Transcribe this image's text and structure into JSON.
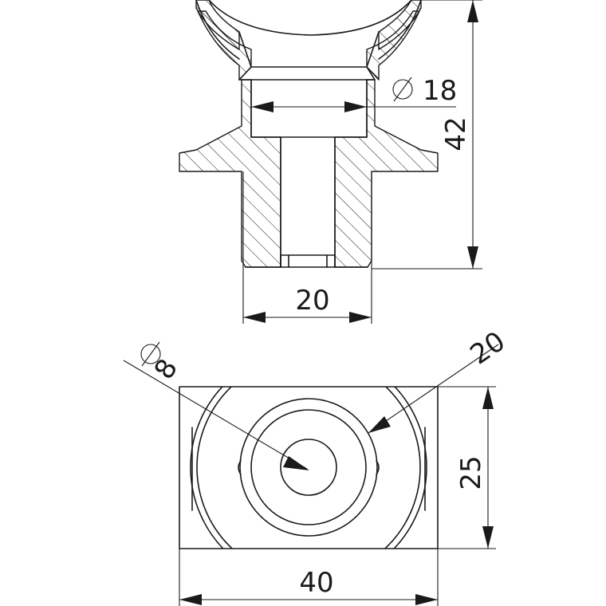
{
  "drawing": {
    "dimensions": {
      "bore_diameter": "18",
      "total_height": "42",
      "stem_width": "20",
      "hole_diameter": "8",
      "outer_radius": "20",
      "block_height": "25",
      "block_width": "40"
    },
    "diameter_symbol": "∅"
  }
}
